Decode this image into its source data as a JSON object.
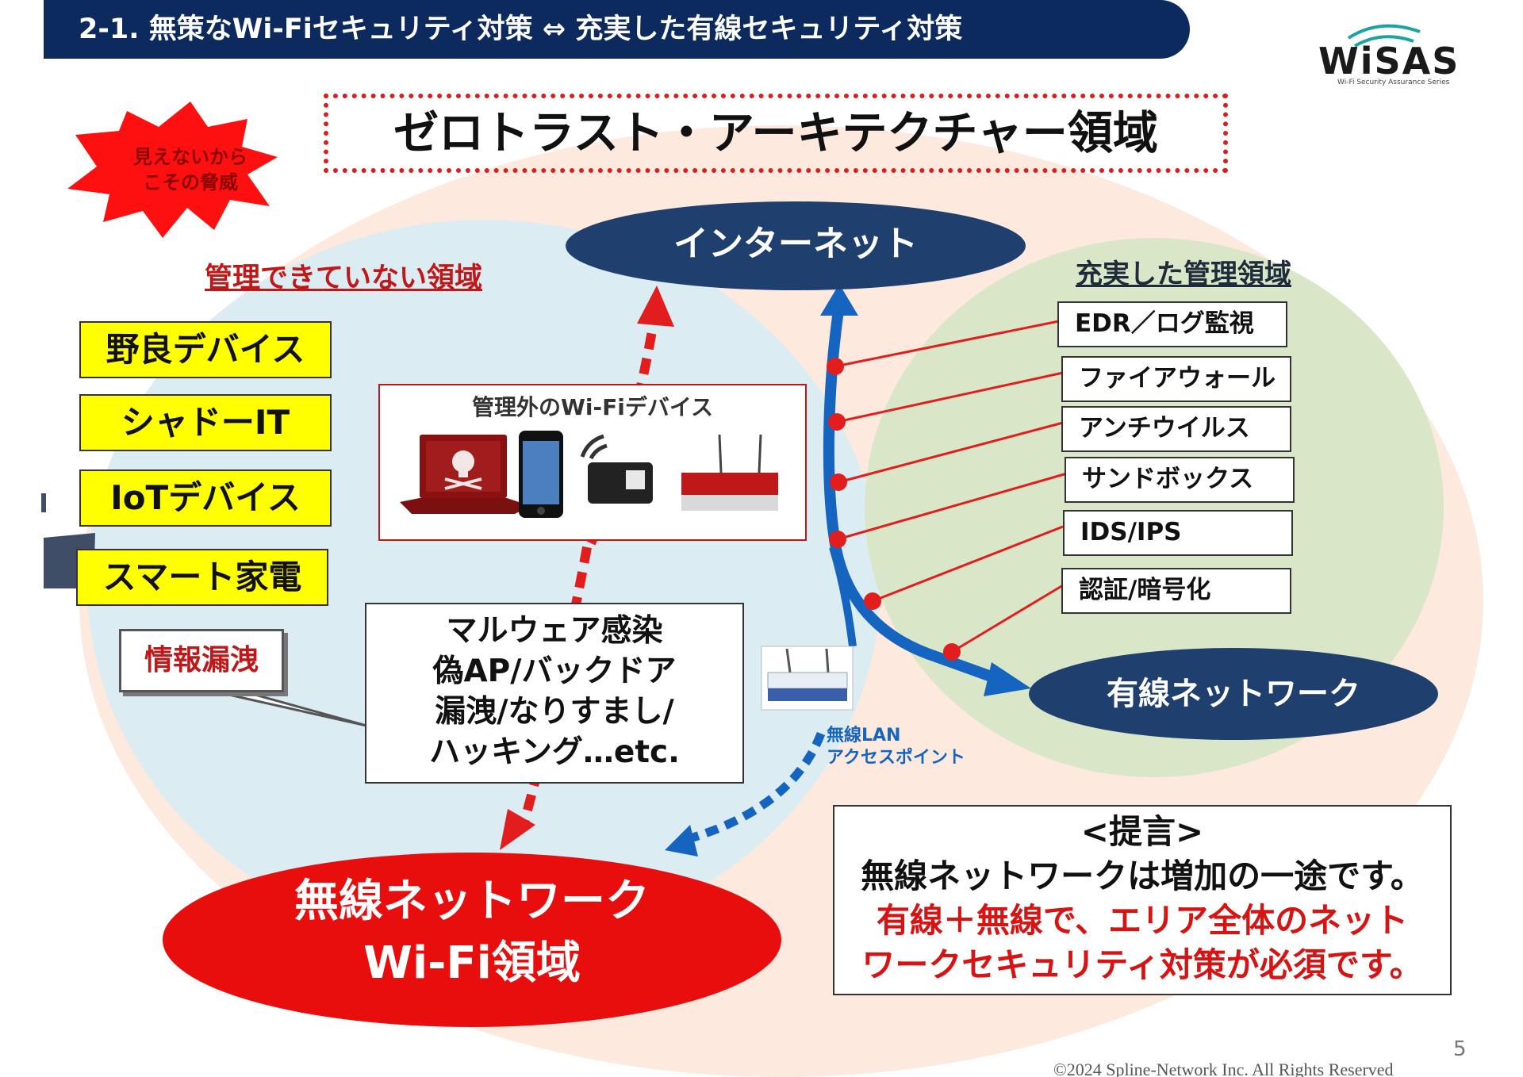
{
  "header": {
    "title": "2-1. 無策なWi-Fiセキュリティ対策 ⇔ 充実した有線セキュリティ対策"
  },
  "logo": {
    "name": "WiSAS",
    "tagline": "Wi-Fi Security Assurance Series"
  },
  "zero_trust_title": "ゼロトラスト・アーキテクチャー領域",
  "burst": {
    "line1": "見えないから",
    "line2": "こその脅威"
  },
  "unmanaged": {
    "label": "管理できていない領域",
    "items": [
      "野良デバイス",
      "シャドーIT",
      "IoTデバイス",
      "スマート家電"
    ],
    "leak": "情報漏洩",
    "device_box_title": "管理外のWi-Fiデバイス",
    "threats": [
      "マルウェア感染",
      "偽AP/バックドア",
      "漏洩/なりすまし/",
      "ハッキング…etc."
    ]
  },
  "internet": "インターネット",
  "managed": {
    "label": "充実した管理領域",
    "items": [
      "EDR／ログ監視",
      "ファイアウォール",
      "アンチウイルス",
      "サンドボックス",
      "IDS/IPS",
      "認証/暗号化"
    ]
  },
  "wired_network": "有線ネットワーク",
  "access_point": {
    "line1": "無線LAN",
    "line2": "アクセスポイント"
  },
  "wireless": {
    "line1": "無線ネットワーク",
    "line2": "Wi-Fi領域"
  },
  "proposal": {
    "heading": "<提言>",
    "line1": "無線ネットワークは増加の一途です。",
    "line2": "有線＋無線で、エリア全体のネット",
    "line3": "ワークセキュリティ対策が必須です。"
  },
  "page_number": "5",
  "copyright": "©2024 Spline-Network Inc. All Rights Reserved",
  "colors": {
    "navy": "#1f3f6e",
    "red": "#d91414",
    "accent_blue": "#1565c0",
    "outer": "#fde9dd",
    "left_circle": "#dcecf3",
    "right_circle": "#d9e7c8"
  }
}
